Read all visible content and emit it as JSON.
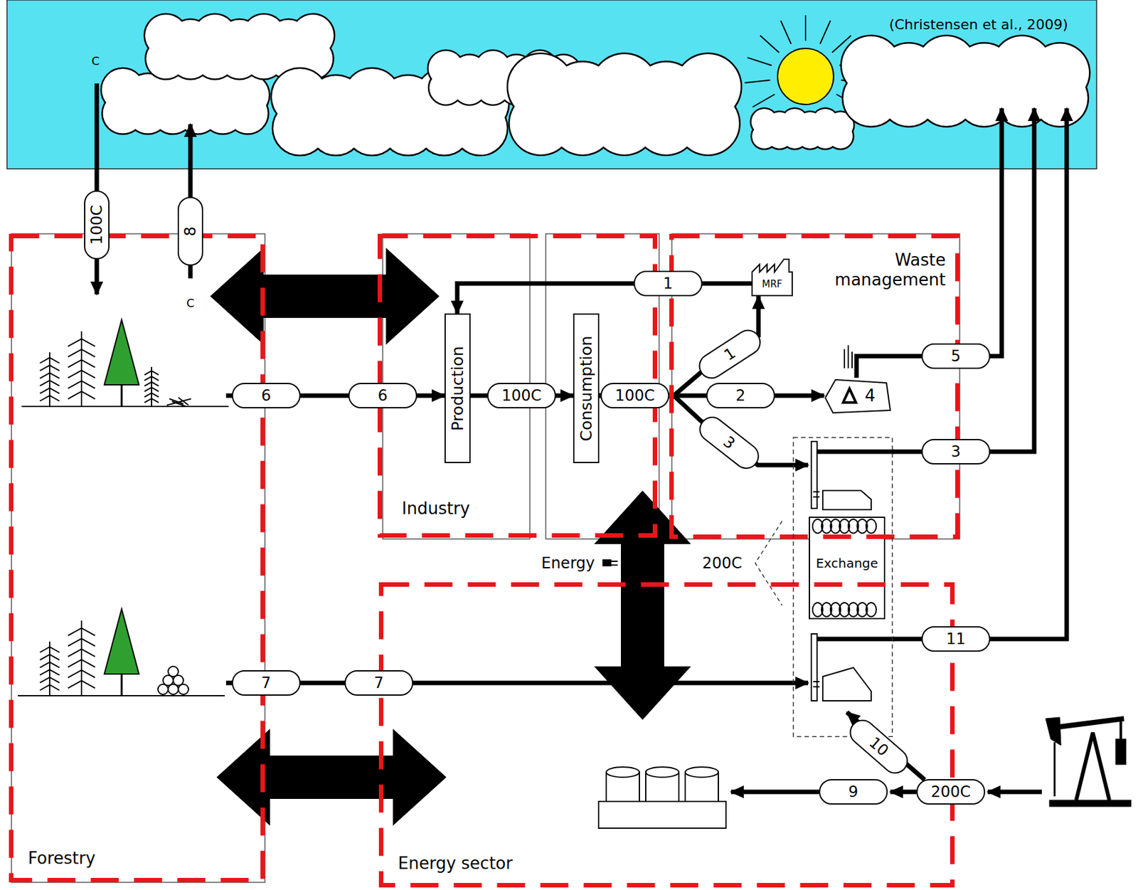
{
  "diagram": {
    "nodes": [
      {
        "text": [
          "(Christensen et al., 2009)"
        ]
      },
      {
        "text": [
          "Forestry"
        ]
      },
      {
        "text": [
          "Industry"
        ]
      },
      {
        "text": [
          "Production"
        ],
        "in": 2
      },
      {
        "text": [
          "Consumption"
        ],
        "in": 2
      },
      {
        "text": [
          "Waste management"
        ]
      },
      {
        "text": [
          "MRF"
        ],
        "in": 5
      },
      {
        "text": [
          "4"
        ],
        "in": 5
      },
      {
        "text": [
          "Energy sector"
        ]
      },
      {
        "text": [
          "Exchange"
        ]
      }
    ],
    "edges": [
      {
        "from": 0,
        "to": 1,
        "label": "100C",
        "arrow": "to"
      },
      {
        "from": 1,
        "to": 0,
        "label": "8",
        "arrow": "to"
      },
      {
        "from": 1,
        "to": 3,
        "label": "6",
        "arrow": "to"
      },
      {
        "from": 3,
        "to": 4,
        "label": "100C",
        "arrow": "to"
      },
      {
        "from": 4,
        "to": 6,
        "label": "1",
        "arrow": "to"
      },
      {
        "from": 4,
        "to": 7,
        "label": "2",
        "arrow": "to"
      },
      {
        "from": 4,
        "to": 9,
        "label": "3",
        "arrow": "to"
      },
      {
        "from": 6,
        "to": 3,
        "label": "1",
        "arrow": "to"
      },
      {
        "from": 7,
        "to": 0,
        "label": "5",
        "arrow": "to"
      },
      {
        "from": 9,
        "to": 0,
        "label": "3",
        "arrow": "to"
      },
      {
        "from": 9,
        "to": 0,
        "label": "11",
        "arrow": "to"
      },
      {
        "from": 1,
        "to": 9,
        "label": "7",
        "arrow": "to"
      },
      {
        "from": 1,
        "to": 2,
        "arrow": "both"
      },
      {
        "from": 1,
        "to": 8,
        "arrow": "both"
      },
      {
        "from": 2,
        "to": 8,
        "arrow": "both"
      }
    ],
    "labels": [
      "C",
      "C",
      "6",
      "7",
      "100C",
      "Energy",
      "200C",
      "10",
      "9",
      "200C"
    ]
  }
}
